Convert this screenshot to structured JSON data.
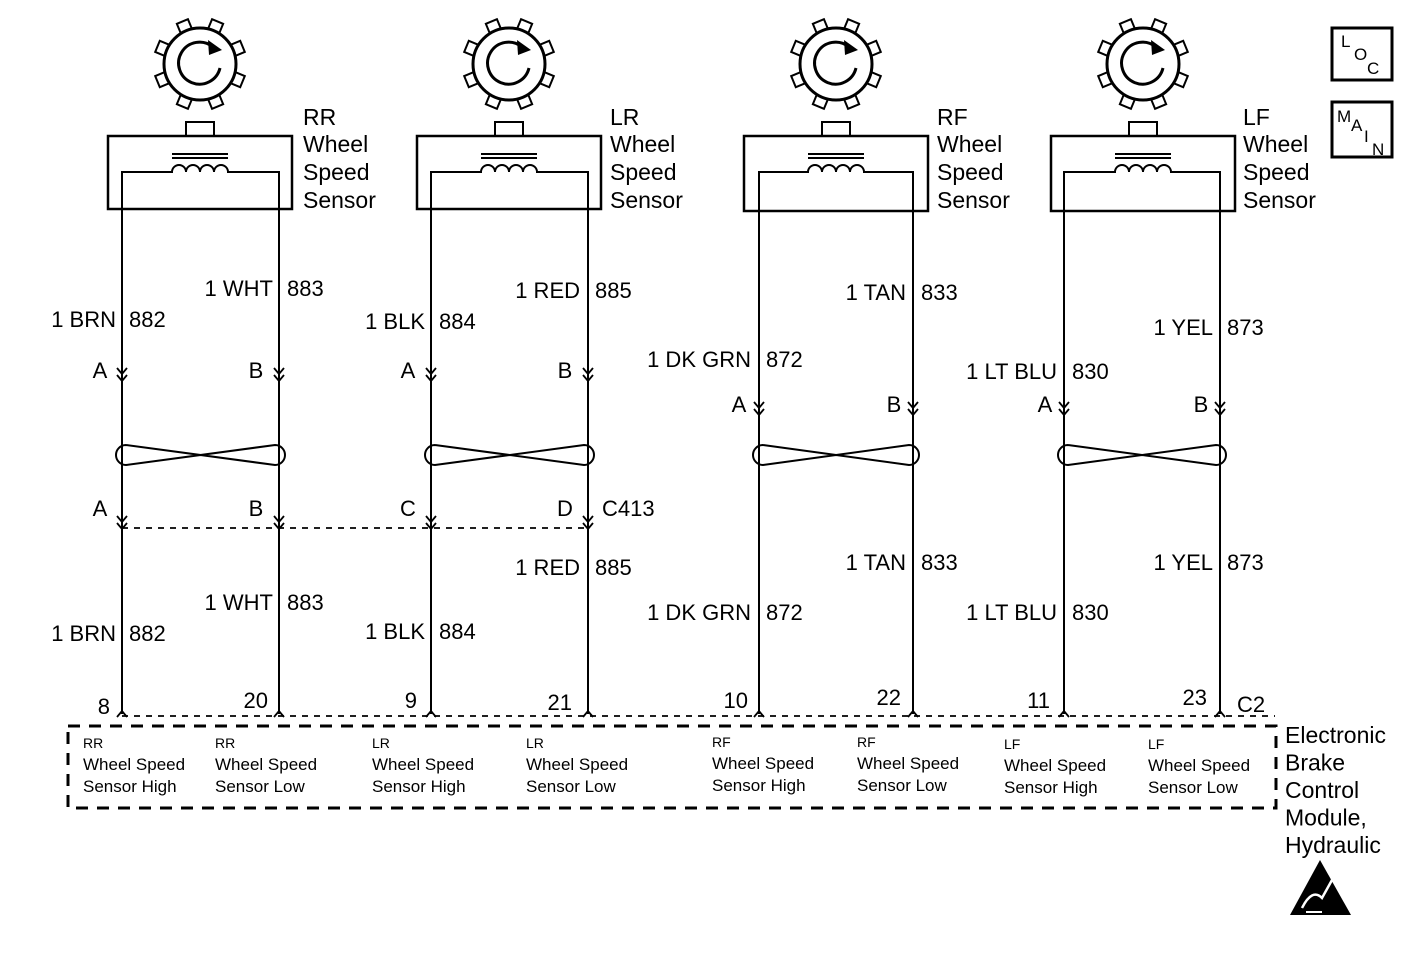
{
  "colors": {
    "line": "#000000",
    "background": "#ffffff"
  },
  "sensors": [
    {
      "title_line1": "RR",
      "title_line2": "Wheel",
      "title_line3": "Speed",
      "title_line4": "Sensor"
    },
    {
      "title_line1": "LR",
      "title_line2": "Wheel",
      "title_line3": "Speed",
      "title_line4": "Sensor"
    },
    {
      "title_line1": "RF",
      "title_line2": "Wheel",
      "title_line3": "Speed",
      "title_line4": "Sensor"
    },
    {
      "title_line1": "LF",
      "title_line2": "Wheel",
      "title_line3": "Speed",
      "title_line4": "Sensor"
    }
  ],
  "upper_wires": [
    {
      "label": "1 BRN",
      "circuit": "882"
    },
    {
      "label": "1 WHT",
      "circuit": "883"
    },
    {
      "label": "1 BLK",
      "circuit": "884"
    },
    {
      "label": "1 RED",
      "circuit": "885"
    },
    {
      "label": "1  DK GRN",
      "circuit": "872"
    },
    {
      "label": "1 TAN",
      "circuit": "833"
    },
    {
      "label": "1 LT BLU",
      "circuit": "830"
    },
    {
      "label": "1 YEL",
      "circuit": "873"
    }
  ],
  "lower_wires": [
    {
      "label": "1 BRN",
      "circuit": "882"
    },
    {
      "label": "1 WHT",
      "circuit": "883"
    },
    {
      "label": "1 BLK",
      "circuit": "884"
    },
    {
      "label": "1 RED",
      "circuit": "885"
    },
    {
      "label": "1  DK GRN",
      "circuit": "872"
    },
    {
      "label": "1 TAN",
      "circuit": "833"
    },
    {
      "label": "1 LT BLU",
      "circuit": "830"
    },
    {
      "label": "1 YEL",
      "circuit": "873"
    }
  ],
  "sensor_pins": [
    "A",
    "B",
    "A",
    "B",
    "A",
    "B",
    "A",
    "B"
  ],
  "connector_c413": {
    "name": "C413",
    "pins": [
      "A",
      "B",
      "C",
      "D"
    ]
  },
  "connector_c2": {
    "name": "C2",
    "pins": [
      "8",
      "20",
      "9",
      "21",
      "10",
      "22",
      "11",
      "23"
    ]
  },
  "module": {
    "name_line1": "Electronic",
    "name_line2": "Brake",
    "name_line3": "Control",
    "name_line4": "Module,",
    "name_line5": "Hydraulic",
    "terminals": [
      {
        "loc": "RR",
        "line2": "Wheel Speed",
        "line3": "Sensor High"
      },
      {
        "loc": "RR",
        "line2": "Wheel Speed",
        "line3": "Sensor Low"
      },
      {
        "loc": "LR",
        "line2": "Wheel Speed",
        "line3": "Sensor High"
      },
      {
        "loc": "LR",
        "line2": "Wheel Speed",
        "line3": "Sensor Low"
      },
      {
        "loc": "RF",
        "line2": "Wheel Speed",
        "line3": "Sensor High"
      },
      {
        "loc": "RF",
        "line2": "Wheel Speed",
        "line3": "Sensor Low"
      },
      {
        "loc": "LF",
        "line2": "Wheel Speed",
        "line3": "Sensor High"
      },
      {
        "loc": "LF",
        "line2": "Wheel Speed",
        "line3": "Sensor Low"
      }
    ]
  },
  "legend_loc": {
    "c1": "L",
    "c2": "O",
    "c3": "C"
  },
  "legend_main": {
    "c1": "M",
    "c2": "A",
    "c3": "I",
    "c4": "N"
  },
  "icons": {
    "tone_wheel": "tone-wheel-icon",
    "coil": "coil-icon",
    "twisted_pair": "twisted-pair-icon",
    "esd": "esd-warning-icon"
  }
}
